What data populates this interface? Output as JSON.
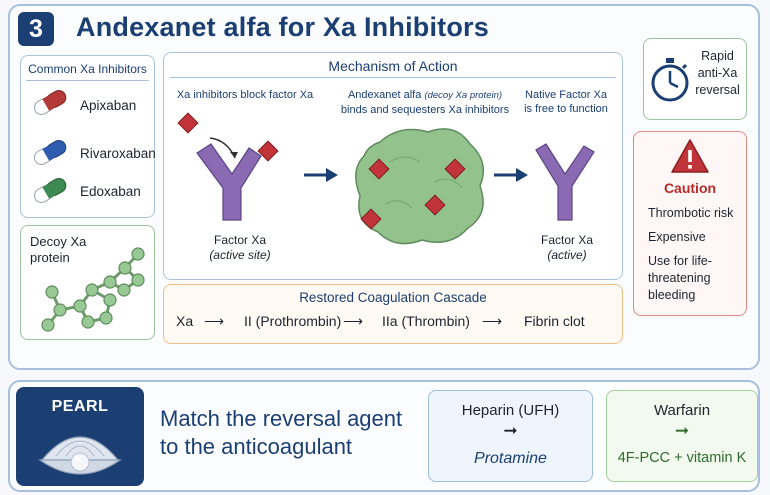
{
  "header": {
    "number": "3",
    "title": "Andexanet alfa for Xa Inhibitors"
  },
  "inhibitors": {
    "title": "Common Xa Inhibitors",
    "items": [
      "Apixaban",
      "Rivaroxaban",
      "Edoxaban"
    ],
    "capsule_colors": [
      "#b43a3a",
      "#2f5cae",
      "#3e8a53"
    ]
  },
  "decoy": {
    "label": "Decoy Xa protein"
  },
  "mechanism": {
    "title": "Mechanism of Action",
    "step1": {
      "caption": "Xa inhibitors block factor Xa",
      "name": "Factor Xa",
      "note": "(active site)"
    },
    "step2": {
      "caption_main": "Andexanet alfa",
      "caption_small": "(decoy Xa protein)",
      "caption_line2": "binds and sequesters Xa inhibitors"
    },
    "step3": {
      "caption_line1": "Native Factor Xa",
      "caption_line2": "is free to function",
      "name": "Factor Xa",
      "note": "(active)"
    }
  },
  "cascade": {
    "title": "Restored  Coagulation Cascade",
    "steps": [
      "Xa",
      "II (Prothrombin)",
      "IIa (Thrombin)",
      "Fibrin clot"
    ],
    "arrow": "⟶"
  },
  "rapid": {
    "line1": "Rapid",
    "line2": "anti-Xa",
    "line3": "reversal"
  },
  "caution": {
    "title": "Caution",
    "items": [
      "Thrombotic risk",
      "Expensive",
      "Use for life-threatening bleeding"
    ]
  },
  "pearl": {
    "label": "PEARL",
    "message": "Match the reversal agent to the anticoagulant",
    "pairs": [
      {
        "anticoagulant": "Heparin (UFH)",
        "arrow": "➞",
        "reversal": "Protamine"
      },
      {
        "anticoagulant": "Warfarin",
        "arrow": "➞",
        "reversal": "4F-PCC + vitamin K"
      }
    ]
  },
  "colors": {
    "navy": "#1b3f73",
    "factor_purple": "#8a6bb3",
    "inhibitor_red": "#c0343a",
    "decoy_green": "#8fc08a",
    "caution_red": "#b42b27",
    "pair_green": "#2f6b2f"
  }
}
